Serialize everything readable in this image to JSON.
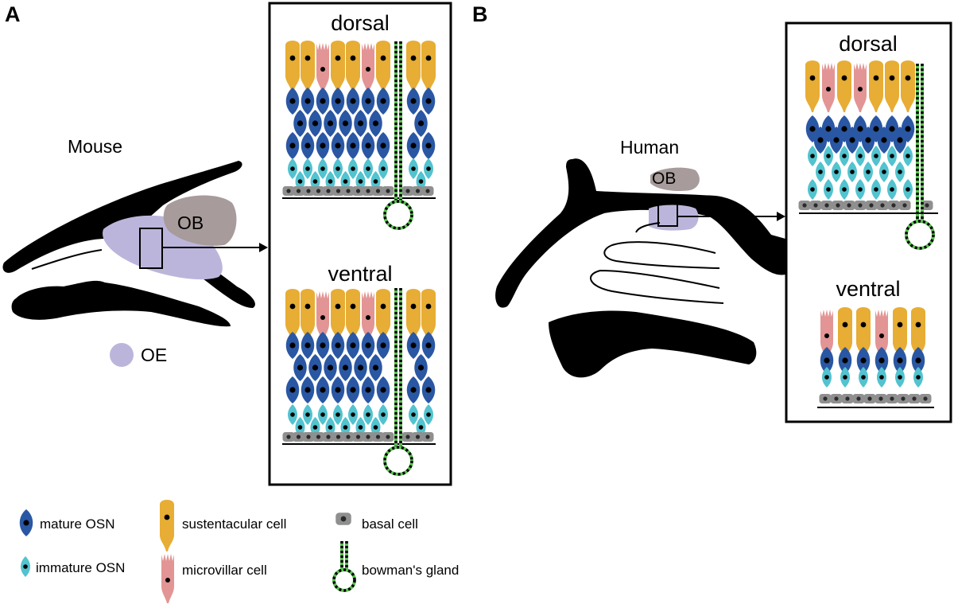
{
  "panels": {
    "a": {
      "letter": "A",
      "species": "Mouse",
      "bulb": "OB",
      "epithelium_legend": "OE",
      "inset_top": "dorsal",
      "inset_bottom": "ventral"
    },
    "b": {
      "letter": "B",
      "species": "Human",
      "bulb": "OB",
      "inset_top": "dorsal",
      "inset_bottom": "ventral"
    }
  },
  "legend": {
    "mature": "mature OSN",
    "immature": "immature OSN",
    "sustentacular": "sustentacular cell",
    "microvillar": "microvillar cell",
    "basal": "basal cell",
    "gland": "bowman's gland"
  },
  "colors": {
    "mature_osn": "#2a57a3",
    "immature_osn": "#52c3cf",
    "sustentacular": "#e7ad34",
    "microvillar": "#e29594",
    "basal": "#8f8f8f",
    "gland": "#58c14f",
    "epithelium": "#bcb5db",
    "bulb": "#a79b9b",
    "skull": "#000000"
  }
}
